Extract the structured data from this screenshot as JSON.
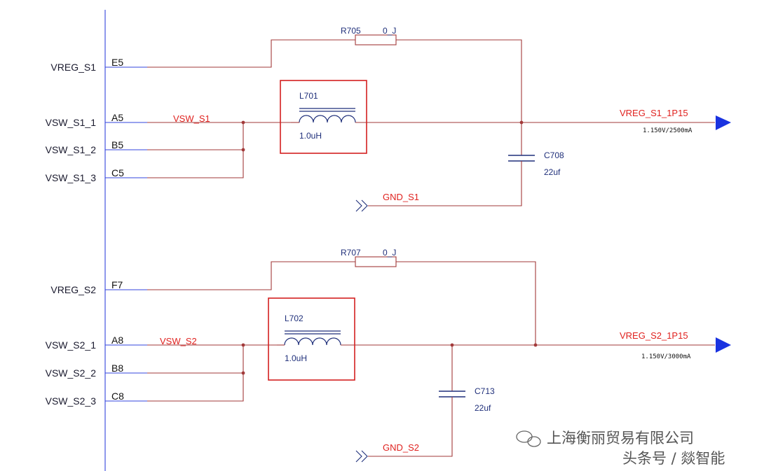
{
  "colors": {
    "wire": "#a23a3a",
    "pin_line": "#3344dd",
    "net_label": "#e0221f",
    "refdes": "#1f2f7a",
    "highlight_box": "#d42020",
    "arrow": "#1a33e0"
  },
  "ic_pins": [
    {
      "name": "VREG_S1",
      "pin": "E5"
    },
    {
      "name": "VSW_S1_1",
      "pin": "A5"
    },
    {
      "name": "VSW_S1_2",
      "pin": "B5"
    },
    {
      "name": "VSW_S1_3",
      "pin": "C5"
    },
    {
      "name": "VREG_S2",
      "pin": "F7"
    },
    {
      "name": "VSW_S2_1",
      "pin": "A8"
    },
    {
      "name": "VSW_S2_2",
      "pin": "B8"
    },
    {
      "name": "VSW_S2_3",
      "pin": "C8"
    }
  ],
  "section1": {
    "resistor": {
      "ref": "R705",
      "value": "0_J"
    },
    "inductor": {
      "ref": "L701",
      "value": "1.0uH"
    },
    "capacitor": {
      "ref": "C708",
      "value": "22uf"
    },
    "switch_net": "VSW_S1",
    "gnd_net": "GND_S1",
    "output_net": "VREG_S1_1P15",
    "output_spec": "1.150V/2500mA"
  },
  "section2": {
    "resistor": {
      "ref": "R707",
      "value": "0_J"
    },
    "inductor": {
      "ref": "L702",
      "value": "1.0uH"
    },
    "capacitor": {
      "ref": "C713",
      "value": "22uf"
    },
    "switch_net": "VSW_S2",
    "gnd_net": "GND_S2",
    "output_net": "VREG_S2_1P15",
    "output_spec": "1.150V/3000mA"
  },
  "watermark": {
    "line1": "上海衡丽贸易有限公司",
    "line2": "头条号 / 燚智能",
    "icon": "wechat-icon"
  }
}
